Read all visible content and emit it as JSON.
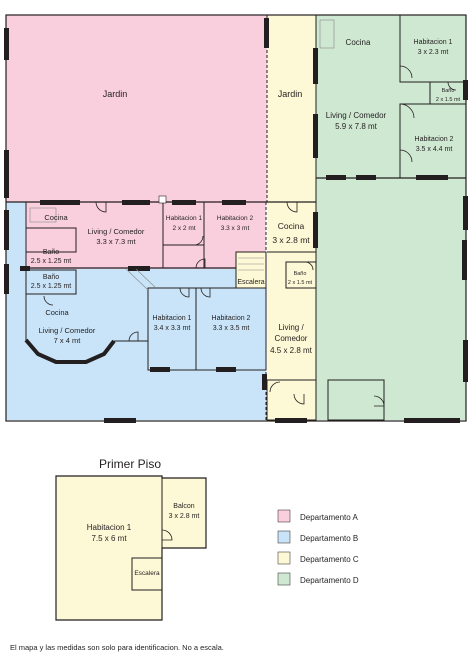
{
  "ground_floor": {
    "garden_a": "Jardin",
    "garden_c": "Jardin",
    "a_kitchen": "Cocina",
    "a_living": "Living / Comedor",
    "a_living_size": "3.3 x 7.3 mt",
    "a_bed1": "Habitacion 1",
    "a_bed1_size": "2 x 2 mt",
    "a_bed2": "Habitacion 2",
    "a_bed2_size": "3.3 x 3 mt",
    "b_bath1": "Baño",
    "b_bath1_size": "2.5 x 1.25 mt",
    "b_bath2": "Baño",
    "b_bath2_size": "2.5 x 1.25 mt",
    "b_kitchen": "Cocina",
    "b_living": "Living / Comedor",
    "b_living_size": "7 x 4 mt",
    "b_bed1": "Habitacion 1",
    "b_bed1_size": "3.4 x 3.3 mt",
    "b_bed2": "Habitacion 2",
    "b_bed2_size": "3.3 x 3.5 mt",
    "stairs": "Escalera",
    "c_kitchen": "Cocina",
    "c_kitchen_size": "3 x 2.8 mt",
    "c_bath": "Baño",
    "c_bath_size": "2 x 1.5 mt",
    "c_living_1": "Living /",
    "c_living_2": "Comedor",
    "c_living_size": "4.5 x 2.8 mt",
    "d_kitchen": "Cocina",
    "d_bed1": "Habitacion 1",
    "d_bed1_size": "3 x 2.3 mt",
    "d_bath": "Baño",
    "d_bath_size": "2 x 1.5 mt",
    "d_living": "Living / Comedor",
    "d_living_size": "5.9 x 7.8 mt",
    "d_bed2": "Habitacion 2",
    "d_bed2_size": "3.5 x 4.4 mt"
  },
  "first_floor": {
    "title": "Primer Piso",
    "bed1": "Habitacion 1",
    "bed1_size": "7.5 x 6 mt",
    "balcony": "Balcon",
    "balcony_size": "3 x 2.8 mt",
    "stairs": "Escalera"
  },
  "legend": [
    {
      "label": "Departamento A",
      "color": "#f9cfdd"
    },
    {
      "label": "Departamento B",
      "color": "#c9e4f8"
    },
    {
      "label": "Departamento C",
      "color": "#fdf9d6"
    },
    {
      "label": "Departamento D",
      "color": "#cfe8d2"
    }
  ],
  "colors": {
    "wall": "#231f20",
    "dept_a": "#f9cfdd",
    "dept_b": "#c9e4f8",
    "dept_c": "#fdf9d6",
    "dept_d": "#cfe8d2"
  },
  "footer": "El mapa y las medidas son solo para identificacion. No a escala."
}
